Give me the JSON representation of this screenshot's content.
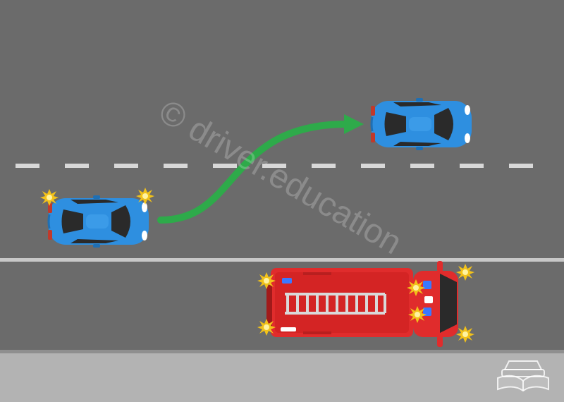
{
  "watermark": {
    "text": "© driver.education"
  },
  "logo": {
    "icon": "car-book-logo-icon"
  },
  "vehicles": [
    {
      "name": "car-changing-lane",
      "type": "car",
      "color": "#2e8fe0",
      "hazard_lights": true
    },
    {
      "name": "car-target-position",
      "type": "car",
      "color": "#2e8fe0",
      "hazard_lights": false
    },
    {
      "name": "fire-truck",
      "type": "fire-truck",
      "color": "#e02c2c",
      "emergency_lights": true
    }
  ],
  "colors": {
    "road": "#6b6b6b",
    "sidewalk": "#b3b3b3",
    "lane_marking": "#d8d8d8",
    "arrow": "#2eaa4a",
    "car": "#2e8fe0",
    "truck": "#e02c2c",
    "flash": "#f2c21a"
  }
}
